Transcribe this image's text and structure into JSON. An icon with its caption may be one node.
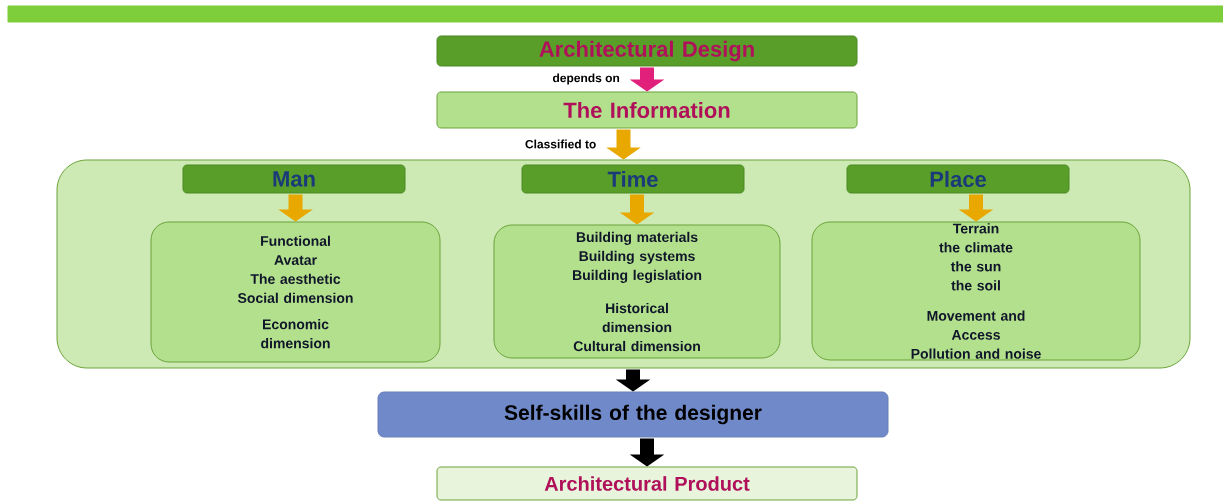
{
  "diagram": {
    "nodes": [
      {
        "text": [],
        "shape": "bar"
      },
      {
        "text": [
          "Architectural Design"
        ]
      },
      {
        "text": [
          "The Information"
        ]
      },
      {
        "text": [],
        "shape": "box"
      },
      {
        "text": [
          "Man"
        ],
        "in": 3
      },
      {
        "text": [
          "Time"
        ],
        "in": 3
      },
      {
        "text": [
          "Place"
        ],
        "in": 3
      },
      {
        "text": [
          "Functional",
          "Avatar",
          "The aesthetic",
          "Social dimension",
          "Economic dimension"
        ],
        "in": 3
      },
      {
        "text": [
          "Building materials",
          "Building systems",
          "Building legislation",
          "Historical dimension",
          "Cultural dimension"
        ],
        "in": 3
      },
      {
        "text": [
          "Terrain",
          "the climate",
          "the sun",
          "the soil",
          "Movement and Access",
          "Pollution and noise"
        ],
        "in": 3
      },
      {
        "text": [
          "Self-skills of the designer"
        ]
      },
      {
        "text": [
          "Architectural Product"
        ]
      }
    ],
    "edges": [
      {
        "from": 1,
        "to": 2,
        "arrow": "to",
        "label": "depends on",
        "color": "#e0207a"
      },
      {
        "from": 2,
        "to": 3,
        "arrow": "to",
        "label": "Classified to"
      },
      {
        "from": 4,
        "to": 7,
        "arrow": "to"
      },
      {
        "from": 5,
        "to": 8,
        "arrow": "to"
      },
      {
        "from": 6,
        "to": 9,
        "arrow": "to"
      },
      {
        "from": 3,
        "to": 10,
        "arrow": "to",
        "color": "#000000"
      },
      {
        "from": 10,
        "to": 11,
        "arrow": "to",
        "color": "#000000"
      }
    ]
  }
}
